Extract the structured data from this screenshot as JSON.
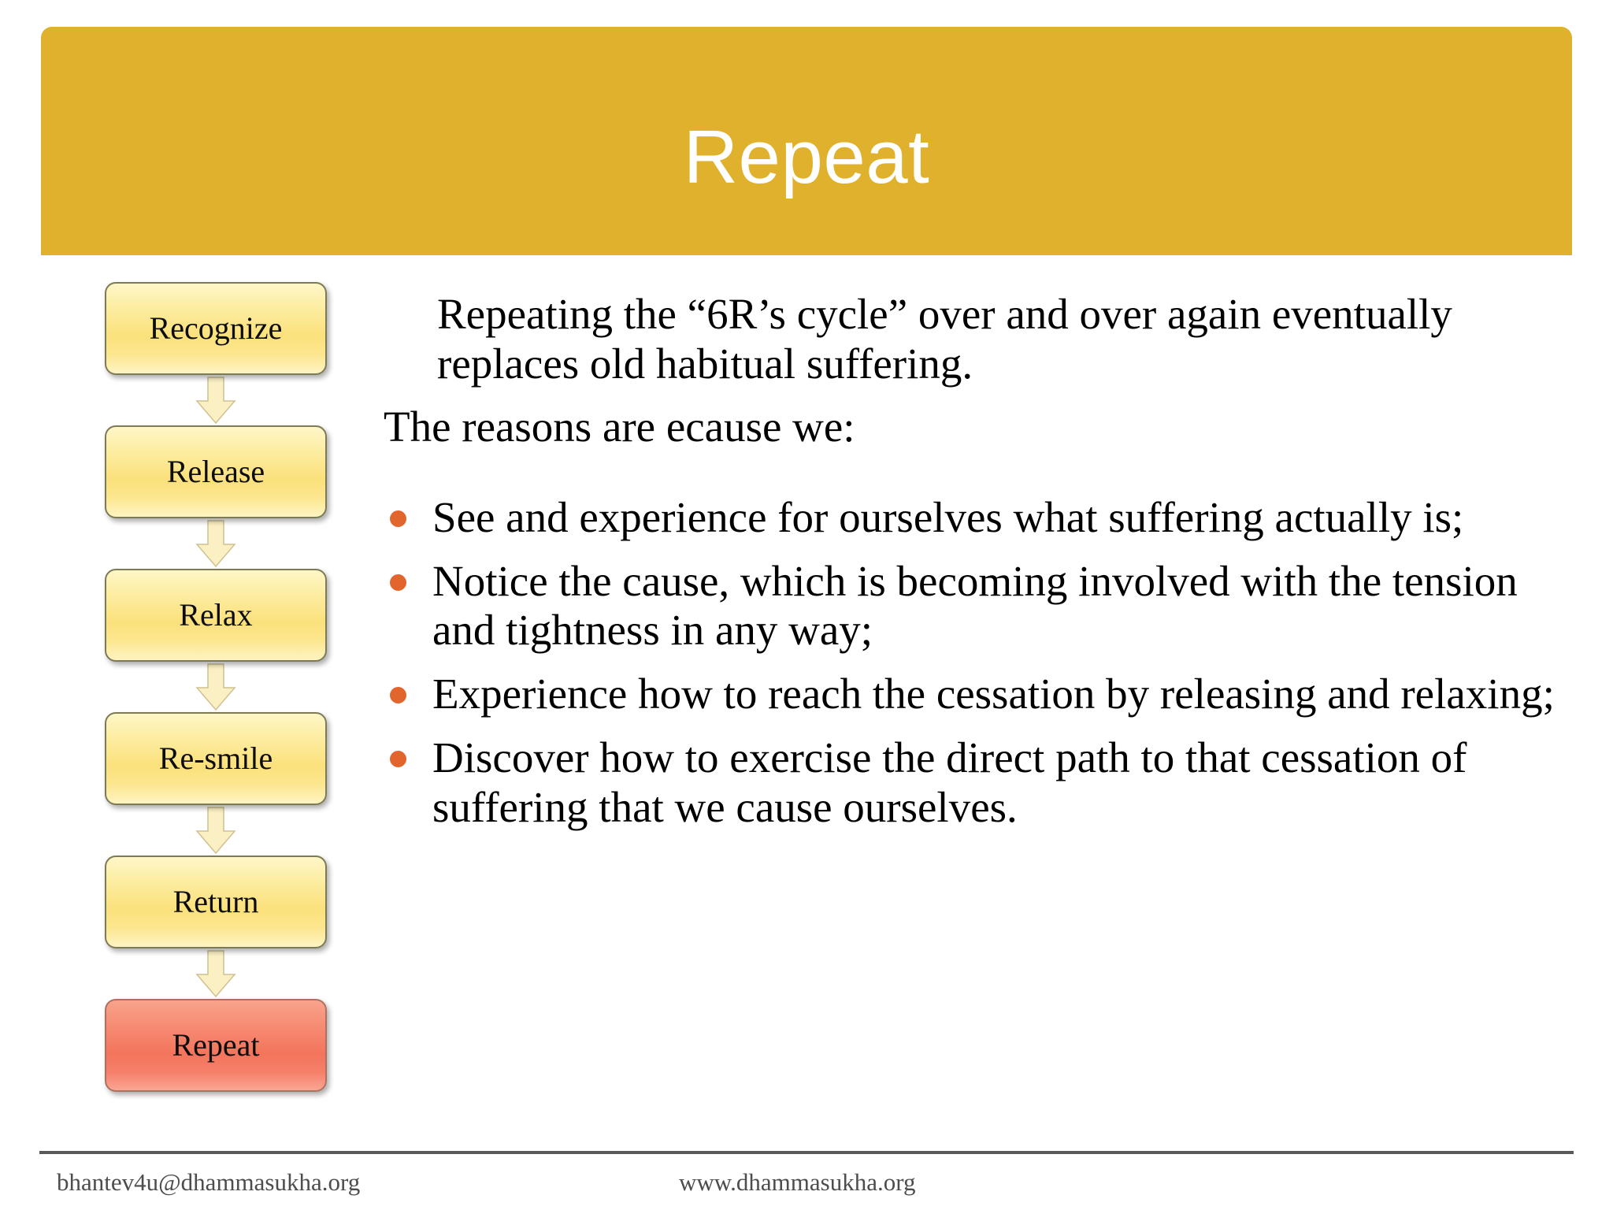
{
  "slide": {
    "title": "Repeat",
    "title_bg_color": "#E0B12C",
    "title_text_color": "#FFFFFF",
    "bullet_color": "#E2662C"
  },
  "flowchart": {
    "steps": [
      {
        "label": "Recognize",
        "accent": false
      },
      {
        "label": "Release",
        "accent": false
      },
      {
        "label": "Relax",
        "accent": false
      },
      {
        "label": "Re-smile",
        "accent": false
      },
      {
        "label": "Return",
        "accent": false
      },
      {
        "label": "Repeat",
        "accent": true
      }
    ],
    "arrow_icon": "arrow-down-icon"
  },
  "body": {
    "paragraphs": [
      "Repeating the “6R’s cycle” over and over again eventually replaces old habitual suffering.",
      "The reasons are ecause we:"
    ],
    "bullets": [
      "See and experience for ourselves what suffering actually is;",
      "Notice the cause, which is becoming involved with the tension and tightness in any way;",
      "Experience how to reach the cessation by releasing and relaxing;",
      "Discover how to exercise the direct path to that cessation of suffering that we cause ourselves."
    ]
  },
  "footer": {
    "email": "bhantev4u@dhammasukha.org",
    "website": "www.dhammasukha.org"
  }
}
